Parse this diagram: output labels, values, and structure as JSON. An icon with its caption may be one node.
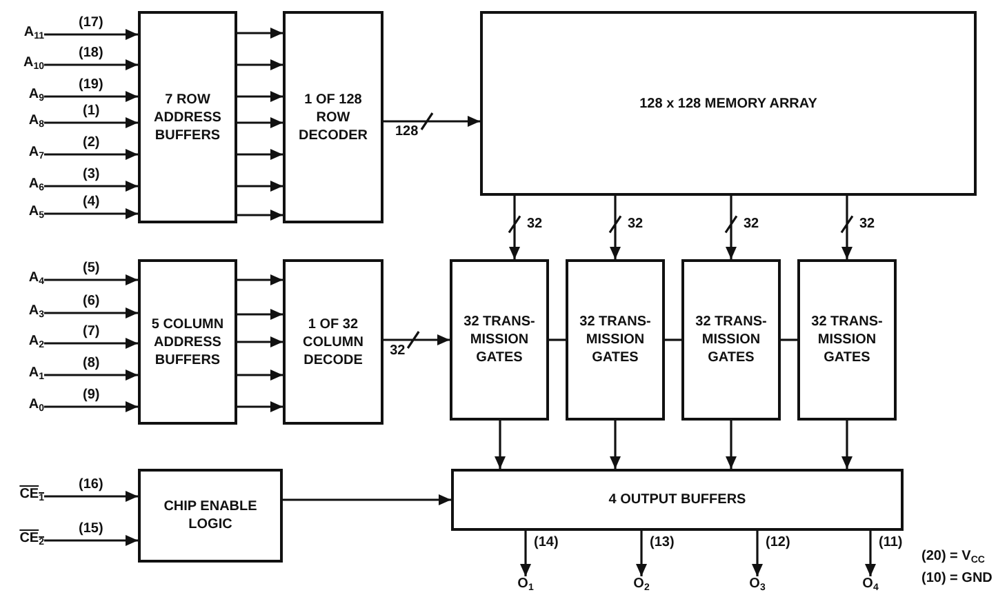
{
  "diagram": {
    "nodes": [
      {
        "text": [
          "A$_{11}$"
        ]
      },
      {
        "text": [
          "A$_{10}$"
        ]
      },
      {
        "text": [
          "A$_{9}$"
        ]
      },
      {
        "text": [
          "A$_{8}$"
        ]
      },
      {
        "text": [
          "A$_{7}$"
        ]
      },
      {
        "text": [
          "A$_{6}$"
        ]
      },
      {
        "text": [
          "A$_{5}$"
        ]
      },
      {
        "text": [
          "7 ROW ADDRESS BUFFERS"
        ]
      },
      {
        "text": [
          "1 OF 128 ROW DECODER"
        ]
      },
      {
        "text": [
          "128 x 128 MEMORY ARRAY"
        ]
      },
      {
        "text": [
          "A$_{4}$"
        ]
      },
      {
        "text": [
          "A$_{3}$"
        ]
      },
      {
        "text": [
          "A$_{2}$"
        ]
      },
      {
        "text": [
          "A$_{1}$"
        ]
      },
      {
        "text": [
          "A$_{0}$"
        ]
      },
      {
        "text": [
          "5 COLUMN ADDRESS BUFFERS"
        ]
      },
      {
        "text": [
          "1 OF 32 COLUMN DECODE"
        ]
      },
      {
        "text": [
          "32 TRANS- MISSION GATES"
        ]
      },
      {
        "text": [
          "32 TRANS- MISSION GATES"
        ]
      },
      {
        "text": [
          "32 TRANS- MISSION GATES"
        ]
      },
      {
        "text": [
          "32 TRANS- MISSION GATES"
        ]
      },
      {
        "text": [
          "CE$_{1}$"
        ]
      },
      {
        "text": [
          "CE$_{2}$"
        ]
      },
      {
        "text": [
          "CHIP ENABLE LOGIC"
        ]
      },
      {
        "text": [
          "4 OUTPUT BUFFERS"
        ]
      },
      {
        "text": [
          "O$_{1}$"
        ]
      },
      {
        "text": [
          "O$_{2}$"
        ]
      },
      {
        "text": [
          "O$_{3}$"
        ]
      },
      {
        "text": [
          "O$_{4}$"
        ]
      }
    ],
    "edges": [
      {
        "from": 0,
        "to": 7,
        "arrow": "to",
        "label": "(17)"
      },
      {
        "from": 1,
        "to": 7,
        "arrow": "to",
        "label": "(18)"
      },
      {
        "from": 2,
        "to": 7,
        "arrow": "to",
        "label": "(19)"
      },
      {
        "from": 3,
        "to": 7,
        "arrow": "to",
        "label": "(1)"
      },
      {
        "from": 4,
        "to": 7,
        "arrow": "to",
        "label": "(2)"
      },
      {
        "from": 5,
        "to": 7,
        "arrow": "to",
        "label": "(3)"
      },
      {
        "from": 6,
        "to": 7,
        "arrow": "to",
        "label": "(4)"
      },
      {
        "from": 7,
        "to": 8,
        "arrow": "to"
      },
      {
        "from": 7,
        "to": 8,
        "arrow": "to"
      },
      {
        "from": 7,
        "to": 8,
        "arrow": "to"
      },
      {
        "from": 7,
        "to": 8,
        "arrow": "to"
      },
      {
        "from": 7,
        "to": 8,
        "arrow": "to"
      },
      {
        "from": 7,
        "to": 8,
        "arrow": "to"
      },
      {
        "from": 7,
        "to": 8,
        "arrow": "to"
      },
      {
        "from": 8,
        "to": 9,
        "arrow": "to",
        "label": "128"
      },
      {
        "from": 9,
        "to": 17,
        "arrow": "to",
        "label": "32"
      },
      {
        "from": 9,
        "to": 18,
        "arrow": "to",
        "label": "32"
      },
      {
        "from": 9,
        "to": 19,
        "arrow": "to",
        "label": "32"
      },
      {
        "from": 9,
        "to": 20,
        "arrow": "to",
        "label": "32"
      },
      {
        "from": 10,
        "to": 15,
        "arrow": "to",
        "label": "(5)"
      },
      {
        "from": 11,
        "to": 15,
        "arrow": "to",
        "label": "(6)"
      },
      {
        "from": 12,
        "to": 15,
        "arrow": "to",
        "label": "(7)"
      },
      {
        "from": 13,
        "to": 15,
        "arrow": "to",
        "label": "(8)"
      },
      {
        "from": 14,
        "to": 15,
        "arrow": "to",
        "label": "(9)"
      },
      {
        "from": 15,
        "to": 16,
        "arrow": "to"
      },
      {
        "from": 15,
        "to": 16,
        "arrow": "to"
      },
      {
        "from": 15,
        "to": 16,
        "arrow": "to"
      },
      {
        "from": 15,
        "to": 16,
        "arrow": "to"
      },
      {
        "from": 15,
        "to": 16,
        "arrow": "to"
      },
      {
        "from": 16,
        "to": 17,
        "arrow": "to",
        "label": "32"
      },
      {
        "from": 17,
        "to": 18,
        "arrow": "none"
      },
      {
        "from": 18,
        "to": 19,
        "arrow": "none"
      },
      {
        "from": 19,
        "to": 20,
        "arrow": "none"
      },
      {
        "from": 17,
        "to": 24,
        "arrow": "to"
      },
      {
        "from": 18,
        "to": 24,
        "arrow": "to"
      },
      {
        "from": 19,
        "to": 24,
        "arrow": "to"
      },
      {
        "from": 20,
        "to": 24,
        "arrow": "to"
      },
      {
        "from": 21,
        "to": 23,
        "arrow": "to",
        "label": "(16)"
      },
      {
        "from": 22,
        "to": 23,
        "arrow": "to",
        "label": "(15)"
      },
      {
        "from": 23,
        "to": 24,
        "arrow": "to"
      },
      {
        "from": 24,
        "to": 25,
        "arrow": "to",
        "label": "(14)"
      },
      {
        "from": 24,
        "to": 26,
        "arrow": "to",
        "label": "(13)"
      },
      {
        "from": 24,
        "to": 27,
        "arrow": "to",
        "label": "(12)"
      },
      {
        "from": 24,
        "to": 28,
        "arrow": "to",
        "label": "(11)"
      }
    ],
    "labels": [
      "(20) = V$_{CC}$",
      "(10) = GND"
    ]
  }
}
